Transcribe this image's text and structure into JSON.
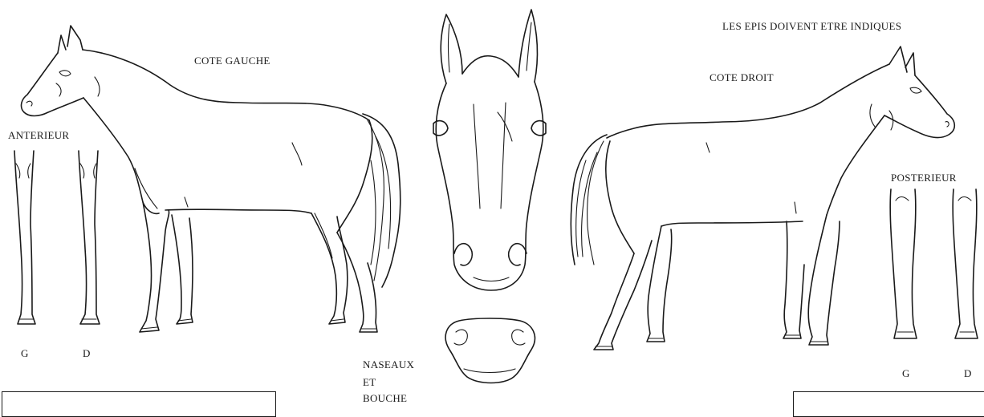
{
  "labels": {
    "cote_gauche": "COTE GAUCHE",
    "cote_droit": "COTE DROIT",
    "epis": "LES EPIS DOIVENT ETRE INDIQUES",
    "anterieur": "ANTERIEUR",
    "posterieur": "POSTERIEUR",
    "ant_g": "G",
    "ant_d": "D",
    "post_g": "G",
    "post_d": "D",
    "naseaux": "NASEAUX",
    "et": "ET",
    "bouche": "BOUCHE"
  },
  "colors": {
    "ink": "#1a1a1a",
    "paper": "#ffffff"
  }
}
